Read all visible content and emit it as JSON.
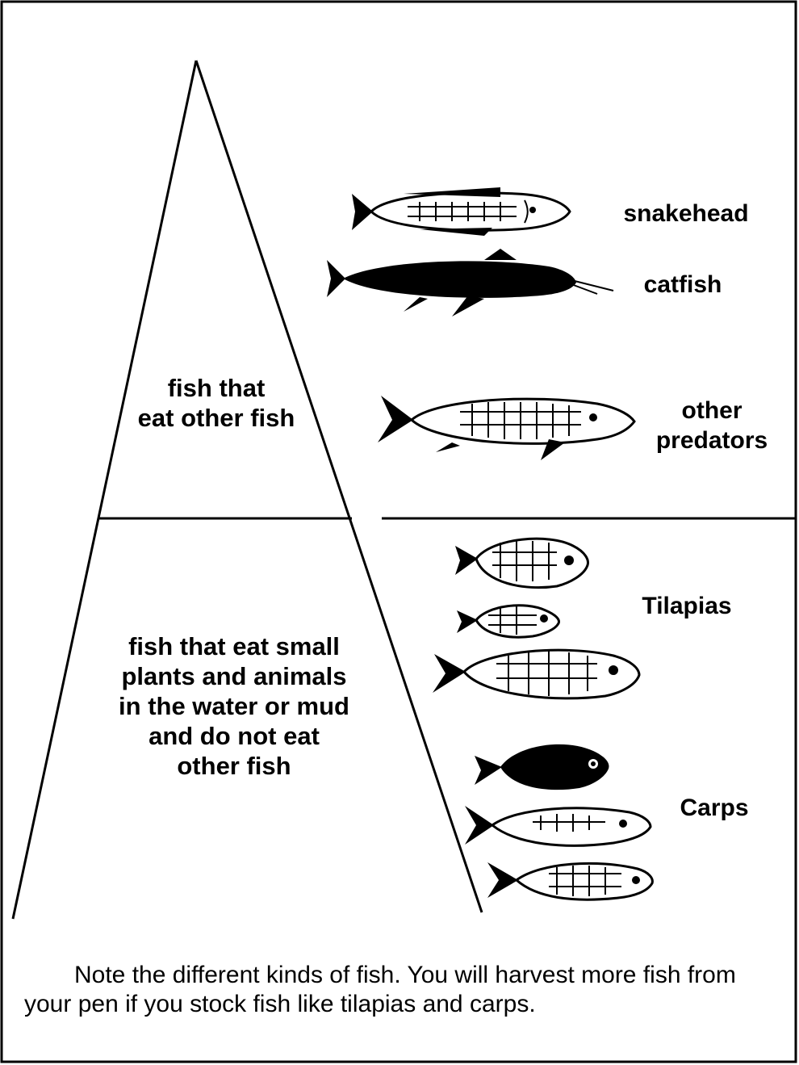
{
  "pyramid": {
    "top_label": "fish that\neat other fish",
    "bottom_label": "fish that eat small\nplants and animals\nin the water or mud\nand do not eat\nother fish"
  },
  "fish_labels": {
    "snakehead": "snakehead",
    "catfish": "catfish",
    "other_predators": "other\npredators",
    "tilapias": "Tilapias",
    "carps": "Carps"
  },
  "icons": [
    "snakehead-fish-icon",
    "catfish-icon",
    "predator-fish-icon",
    "tilapia-fish-icon",
    "carp-fish-icon"
  ],
  "note": "Note the different kinds of fish. You will harvest more fish from your pen if you stock fish like tilapias and carps."
}
